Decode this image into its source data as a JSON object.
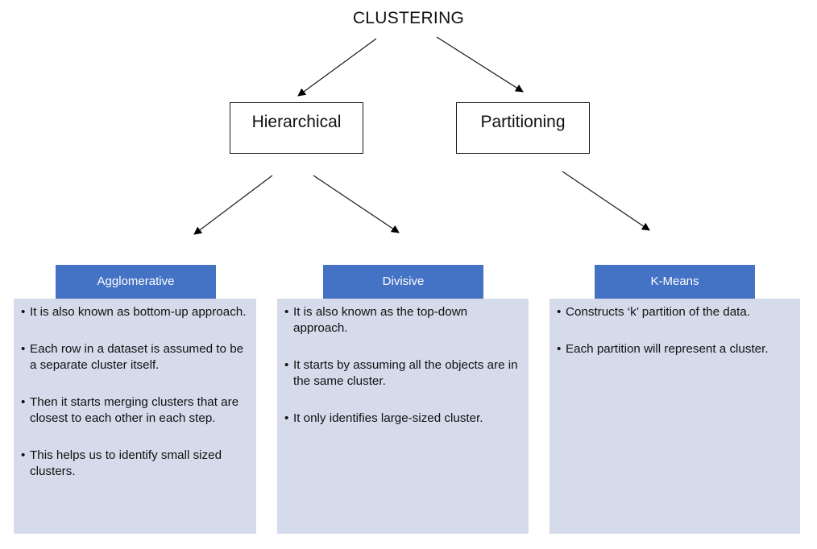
{
  "root": {
    "title": "CLUSTERING"
  },
  "level1": [
    {
      "label": "Hierarchical"
    },
    {
      "label": "Partitioning"
    }
  ],
  "methods": [
    {
      "title": "Agglomerative",
      "points": [
        "It is also known as bottom-up approach.",
        "Each row in a dataset is assumed to be a separate cluster itself.",
        "Then it starts merging clusters that are closest to each other in each step.",
        "This helps us to identify small sized clusters."
      ]
    },
    {
      "title": "Divisive",
      "points": [
        "It is also known as the top-down approach.",
        "It starts by assuming all the objects are in the same cluster.",
        "It only identifies large-sized cluster."
      ]
    },
    {
      "title": "K-Means",
      "points": [
        "Constructs ‘k’ partition of the data.",
        "Each partition will represent a cluster."
      ]
    }
  ],
  "colors": {
    "header_fill": "#4472c4",
    "panel_fill": "#d5dbeb",
    "line": "#1a1a1a"
  }
}
